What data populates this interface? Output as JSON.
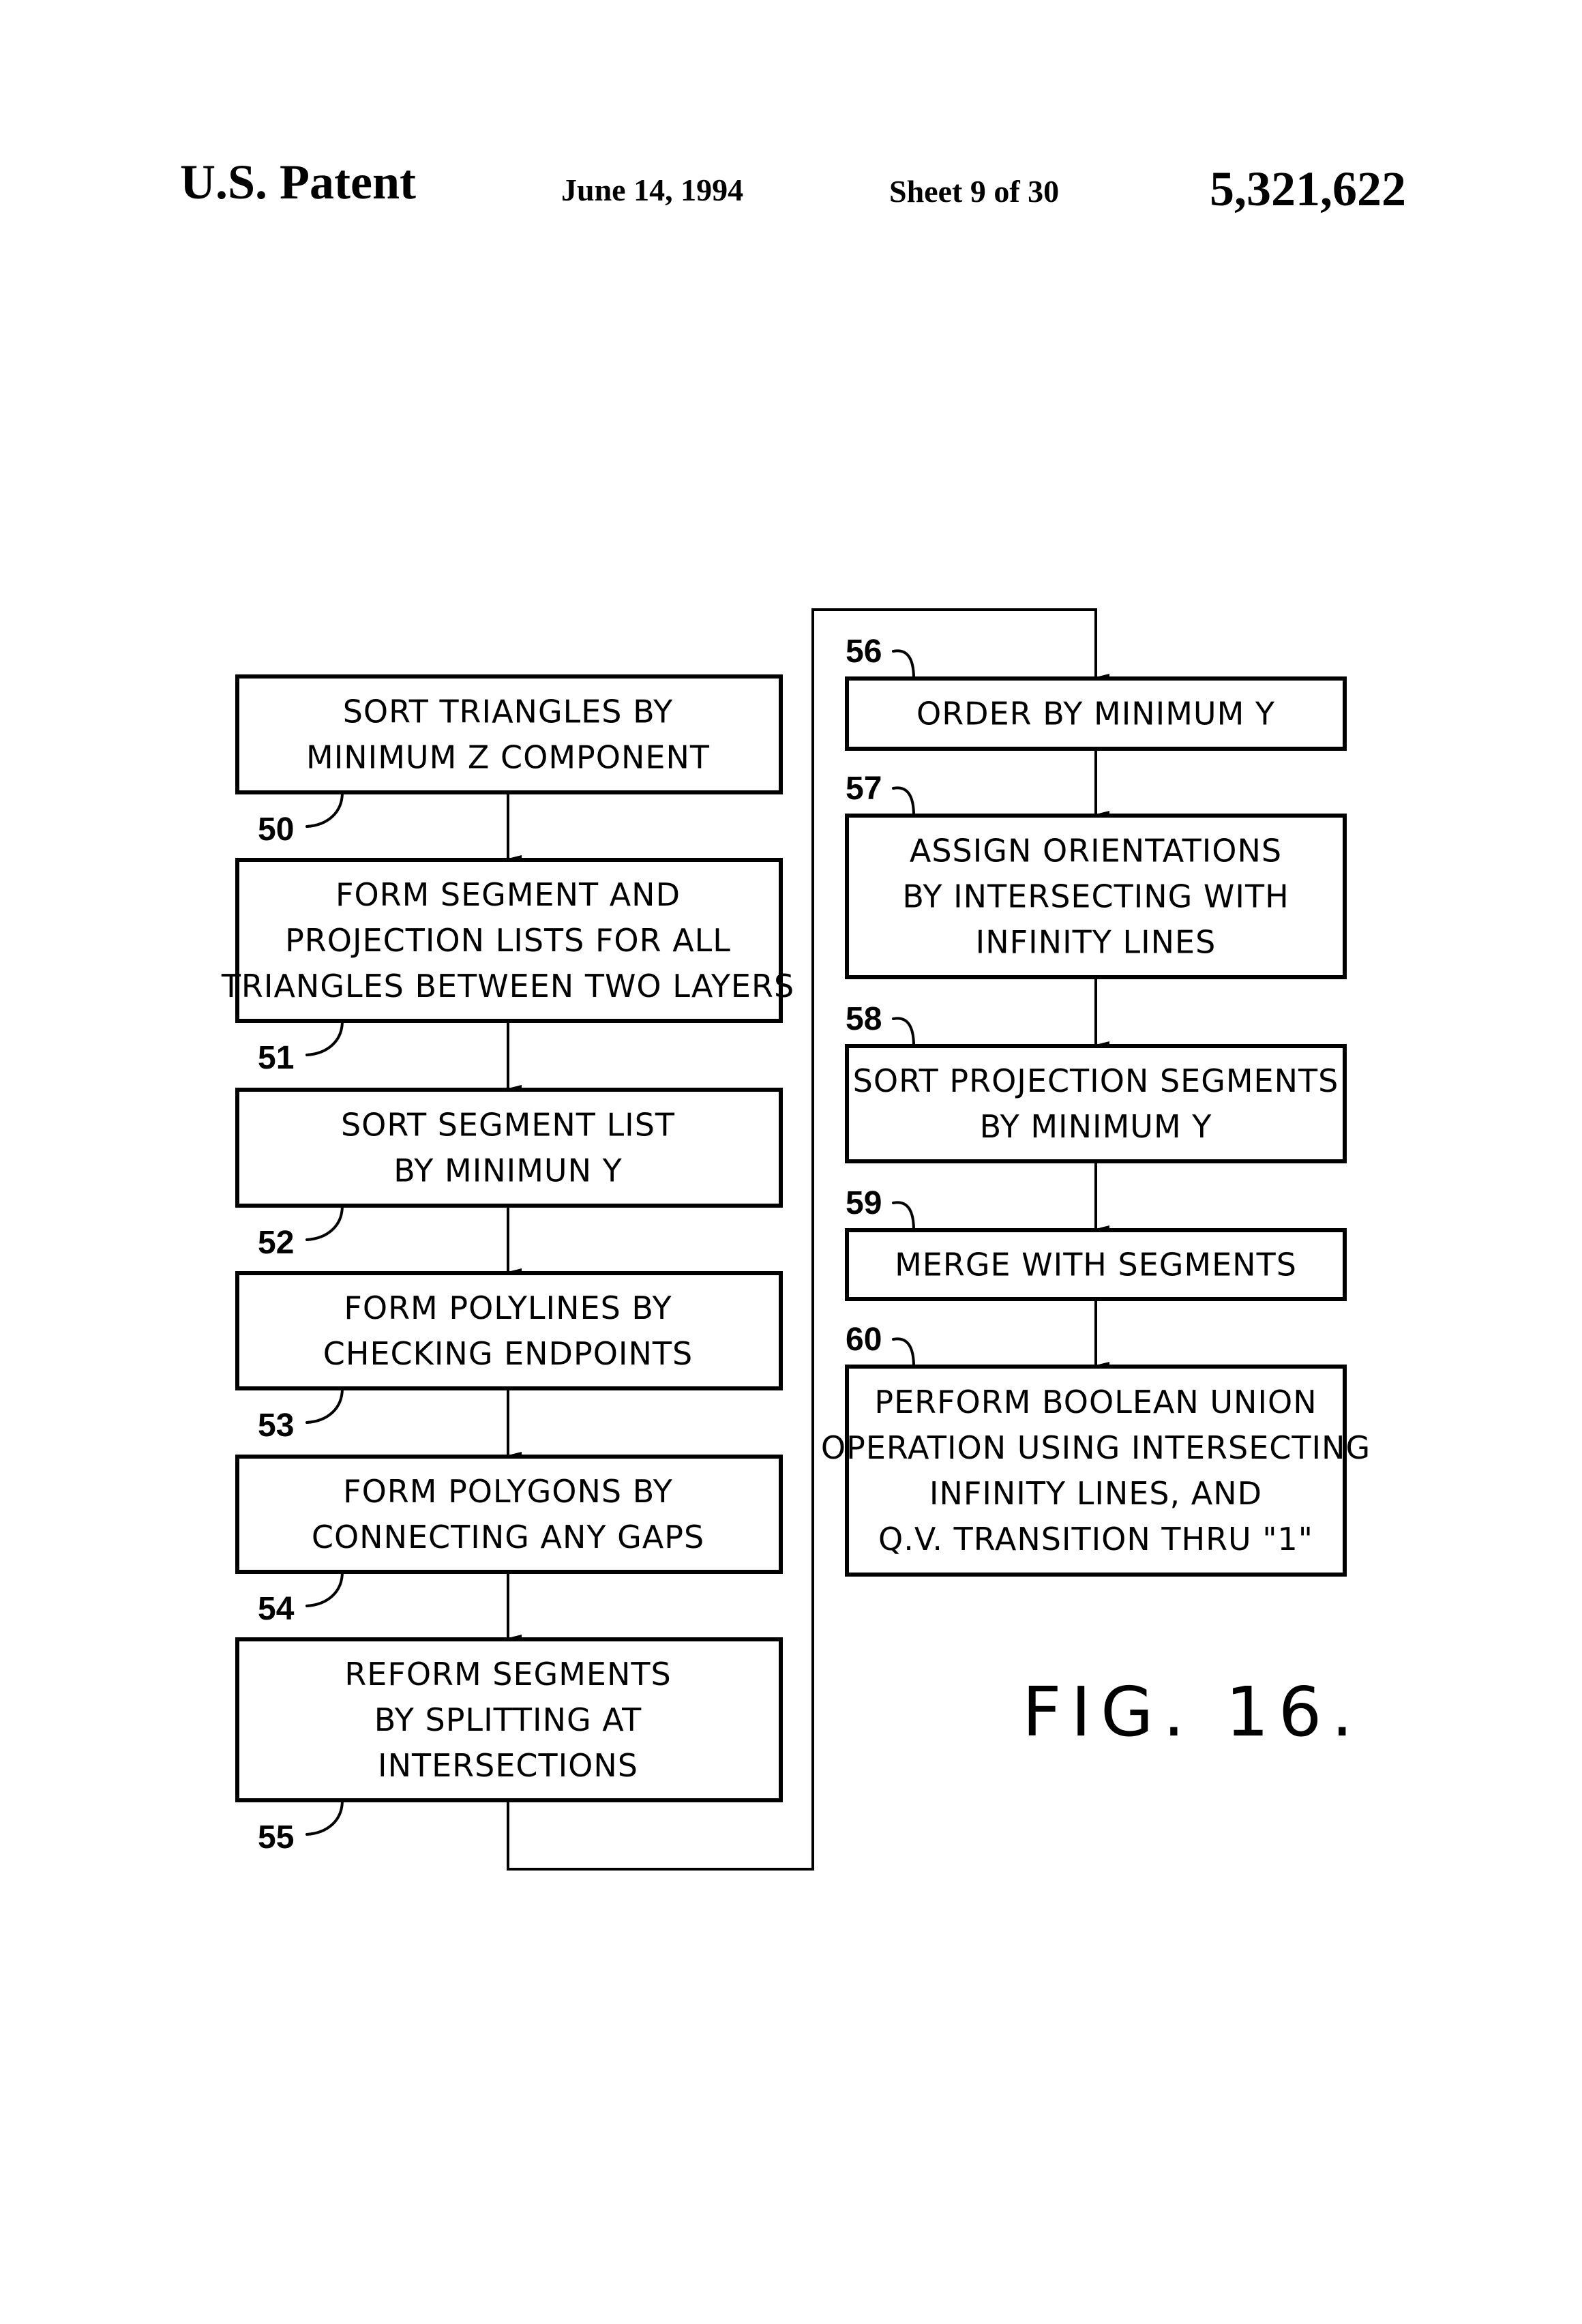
{
  "header": {
    "title": "U.S. Patent",
    "date": "June 14, 1994",
    "sheet": "Sheet 9 of 30",
    "patent_number": "5,321,622"
  },
  "figure_label": "FIG. 16.",
  "left_column": [
    {
      "ref": "50",
      "lines": [
        "SORT TRIANGLES BY",
        "MINIMUM Z COMPONENT"
      ]
    },
    {
      "ref": "51",
      "lines": [
        "FORM SEGMENT AND",
        "PROJECTION LISTS FOR ALL",
        "TRIANGLES BETWEEN TWO LAYERS"
      ]
    },
    {
      "ref": "52",
      "lines": [
        "SORT SEGMENT LIST",
        "BY MINIMUN Y"
      ]
    },
    {
      "ref": "53",
      "lines": [
        "FORM POLYLINES BY",
        "CHECKING ENDPOINTS"
      ]
    },
    {
      "ref": "54",
      "lines": [
        "FORM POLYGONS BY",
        "CONNECTING ANY GAPS"
      ]
    },
    {
      "ref": "55",
      "lines": [
        "REFORM SEGMENTS",
        "BY SPLITTING AT",
        "INTERSECTIONS"
      ]
    }
  ],
  "right_column": [
    {
      "ref": "56",
      "lines": [
        "ORDER BY MINIMUM Y"
      ]
    },
    {
      "ref": "57",
      "lines": [
        "ASSIGN ORIENTATIONS",
        "BY INTERSECTING WITH",
        "INFINITY LINES"
      ]
    },
    {
      "ref": "58",
      "lines": [
        "SORT PROJECTION SEGMENTS",
        "BY MINIMUM Y"
      ]
    },
    {
      "ref": "59",
      "lines": [
        "MERGE WITH SEGMENTS"
      ]
    },
    {
      "ref": "60",
      "lines": [
        "PERFORM BOOLEAN UNION",
        "OPERATION USING INTERSECTING",
        "INFINITY LINES, AND",
        "Q.V. TRANSITION THRU \"1\""
      ]
    }
  ]
}
